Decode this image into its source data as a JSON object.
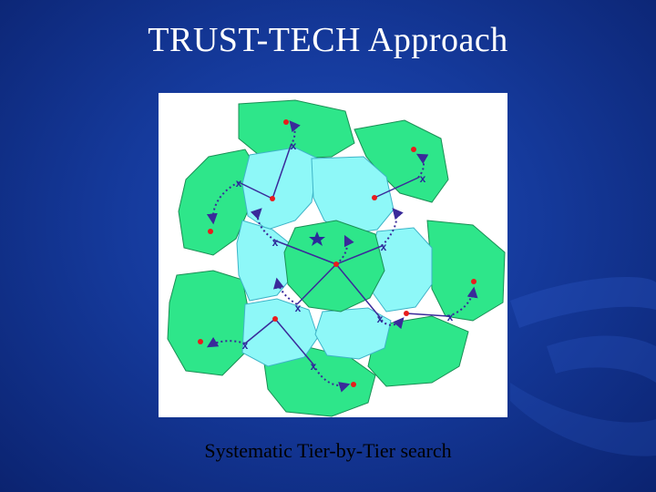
{
  "slide": {
    "title": "TRUST-TECH Approach",
    "caption": "Systematic Tier-by-Tier search"
  },
  "diagram": {
    "description_kind": "tier-by-tier region search",
    "colors": {
      "outer_tier": "#2ee68a",
      "middle_tier": "#8ef8f8",
      "center_region": "#2ee68a",
      "path": "#3a2a9a",
      "local_optimum": "#e81c1c",
      "exit_point": "#2a2a9a",
      "background": "#ffffff",
      "slide_background": "#153a9c"
    }
  }
}
